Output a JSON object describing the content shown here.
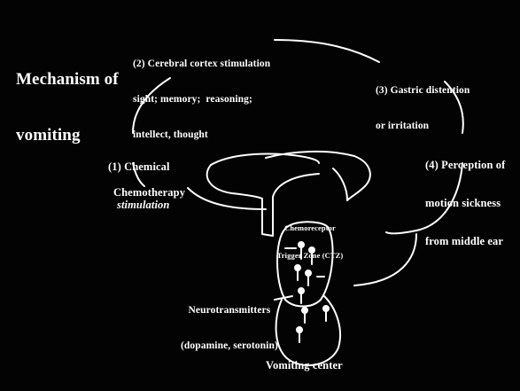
{
  "title": {
    "line1": "Mechanism of",
    "line2": "vomiting"
  },
  "labels": {
    "cortex": {
      "line1": "(2) Cerebral cortex stimulation",
      "line2": "sight; memory;  reasoning;",
      "line3": "intellect, thought"
    },
    "gastric": {
      "line1": "(3) Gastric distention",
      "line2": "or irritation"
    },
    "chemical": {
      "line1": "(1) Chemical",
      "line2": "stimulation"
    },
    "motion": {
      "line1": "(4) Perception of",
      "line2": "motion sickness",
      "line3": "from middle ear"
    },
    "chemotherapy": "Chemotherapy",
    "ctz": {
      "line1": "Chemoreceptor",
      "line2": "Trigger Zone (CTZ)"
    },
    "neurotransmitters": {
      "line1": "Neurotransmitters",
      "line2": "(dopamine, serotonin)"
    },
    "vomiting_center": "Vomiting center"
  },
  "colors": {
    "background": "#030303",
    "lines": "#ffffff",
    "text": "#ffffff"
  }
}
